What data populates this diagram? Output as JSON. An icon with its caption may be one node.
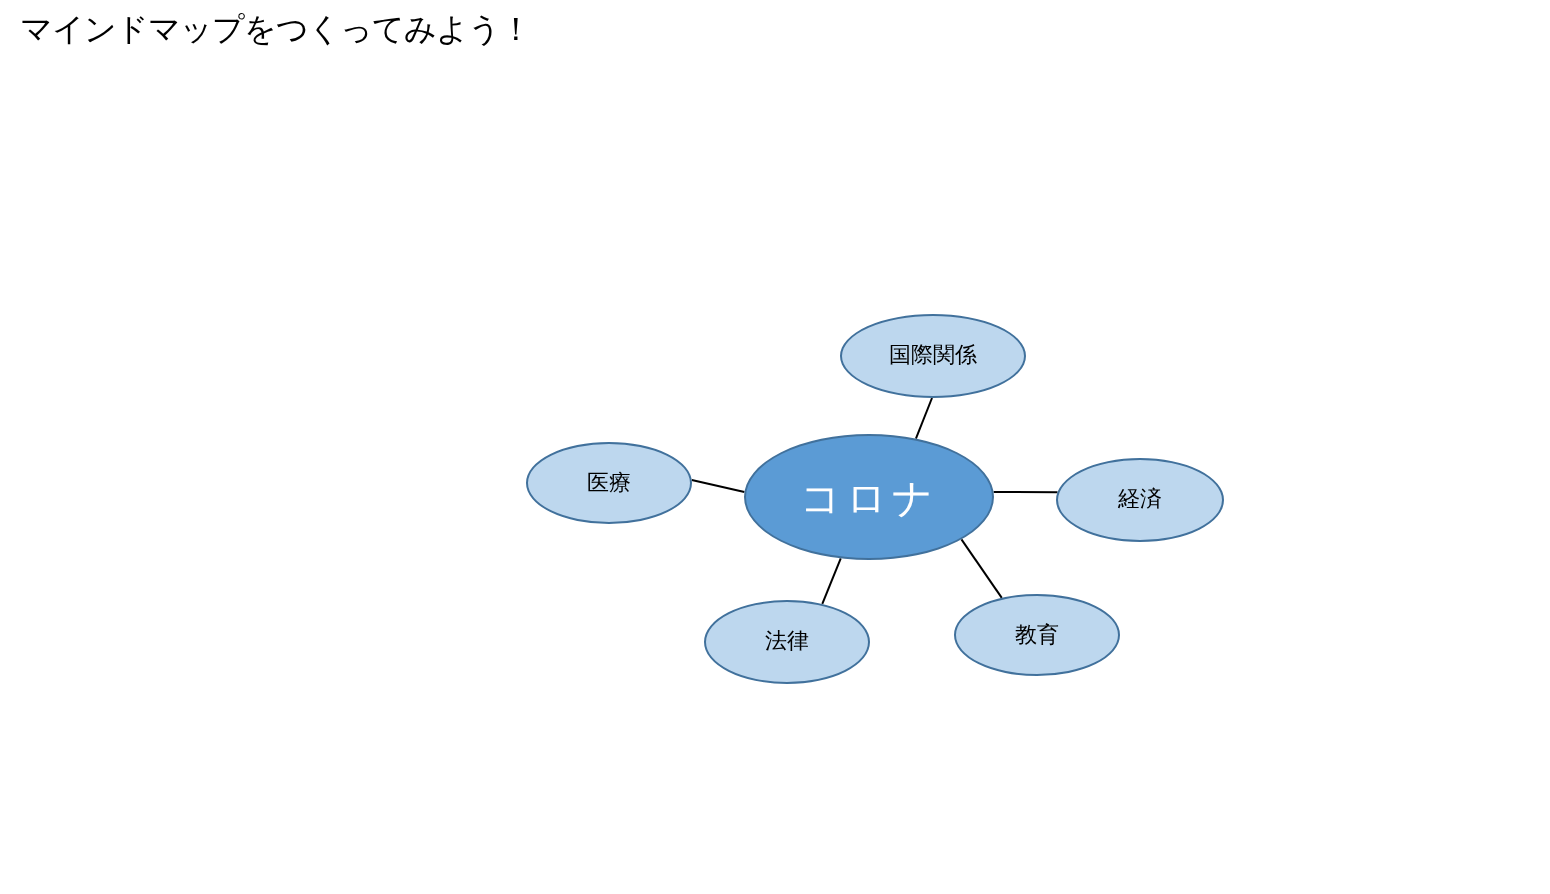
{
  "diagram": {
    "title": "マインドマップをつくってみよう！",
    "nodes": [
      {
        "text": [
          "コロナ"
        ]
      },
      {
        "text": [
          "国際関係"
        ]
      },
      {
        "text": [
          "医療"
        ]
      },
      {
        "text": [
          "経済"
        ]
      },
      {
        "text": [
          "教育"
        ]
      },
      {
        "text": [
          "法律"
        ]
      }
    ],
    "edges": [
      {
        "from": 0,
        "to": 1,
        "arrow": "none"
      },
      {
        "from": 0,
        "to": 2,
        "arrow": "none"
      },
      {
        "from": 0,
        "to": 3,
        "arrow": "none"
      },
      {
        "from": 0,
        "to": 4,
        "arrow": "none"
      },
      {
        "from": 0,
        "to": 5,
        "arrow": "none"
      }
    ]
  }
}
